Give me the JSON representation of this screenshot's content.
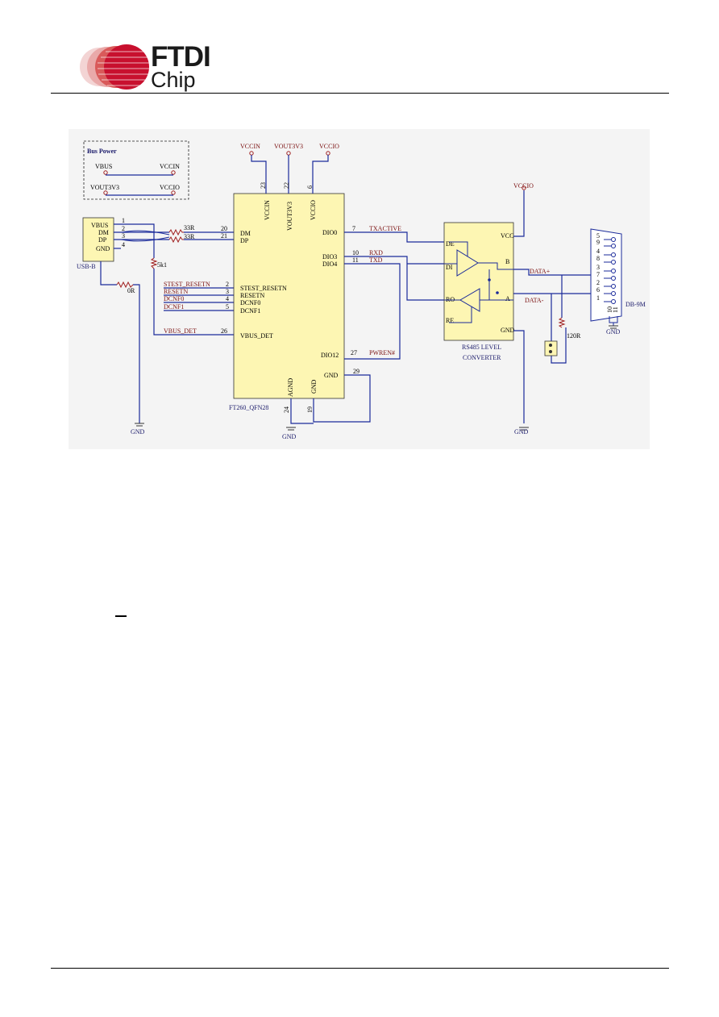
{
  "header": {
    "logo_line1": "FTDI",
    "logo_line2": "Chip",
    "brand_red": "#c8102e"
  },
  "schematic": {
    "bus_power": {
      "title": "Bus Power",
      "vbus": "VBUS",
      "vccin": "VCCIN",
      "vout3v3": "VOUT3V3",
      "vccio": "VCCIO"
    },
    "usb": {
      "name": "USB-B",
      "pins": [
        "VBUS",
        "DM",
        "DP",
        "GND"
      ],
      "pin_numbers": [
        "1",
        "2",
        "3",
        "4"
      ],
      "r_dm": "33R",
      "r_dp": "33R",
      "r_pull": "5k1",
      "r_gnd": "0R",
      "gnd": "GND"
    },
    "chip": {
      "name": "FT260_QFN28",
      "top_nets": [
        "VCCIN",
        "VOUT3V3",
        "VCCIO"
      ],
      "top_pin_numbers": [
        "23",
        "22",
        "6"
      ],
      "top_pins": [
        "VCCIN",
        "VOUT3V3",
        "VCCIO"
      ],
      "left_pins": [
        "DM",
        "DP",
        "STEST_RESETN",
        "RESETN",
        "DCNF0",
        "DCNF1",
        "VBUS_DET"
      ],
      "left_pin_numbers": [
        "20",
        "21",
        "2",
        "3",
        "4",
        "5",
        "26"
      ],
      "left_nets": [
        "STEST_RESETN",
        "RESETN",
        "DCNF0",
        "DCNF1",
        "VBUS_DET"
      ],
      "right_pins": [
        "DIO0",
        "DIO3",
        "DIO4",
        "DIO12",
        "GND"
      ],
      "right_pin_numbers": [
        "7",
        "10",
        "11",
        "27",
        "29"
      ],
      "right_nets": [
        "TXACTIVE",
        "RXD",
        "TXD",
        "PWREN#"
      ],
      "bottom_pins": [
        "AGND",
        "GND"
      ],
      "bottom_pin_numbers": [
        "24",
        "19"
      ],
      "gnd": "GND"
    },
    "converter": {
      "line1": "RS485 LEVEL",
      "line2": "CONVERTER",
      "pins": [
        "DE",
        "DI",
        "RO",
        "RE",
        "VCC",
        "B",
        "A",
        "GND"
      ],
      "vccio": "VCCIO",
      "gnd": "GND"
    },
    "connector": {
      "name": "DB-9M",
      "pins": [
        "5",
        "9",
        "4",
        "8",
        "3",
        "7",
        "2",
        "6",
        "1"
      ],
      "shell_pins": [
        "10",
        "11"
      ],
      "net_b": "DATA+",
      "net_a": "DATA-",
      "r_term": "120R",
      "gnd": "GND"
    }
  }
}
